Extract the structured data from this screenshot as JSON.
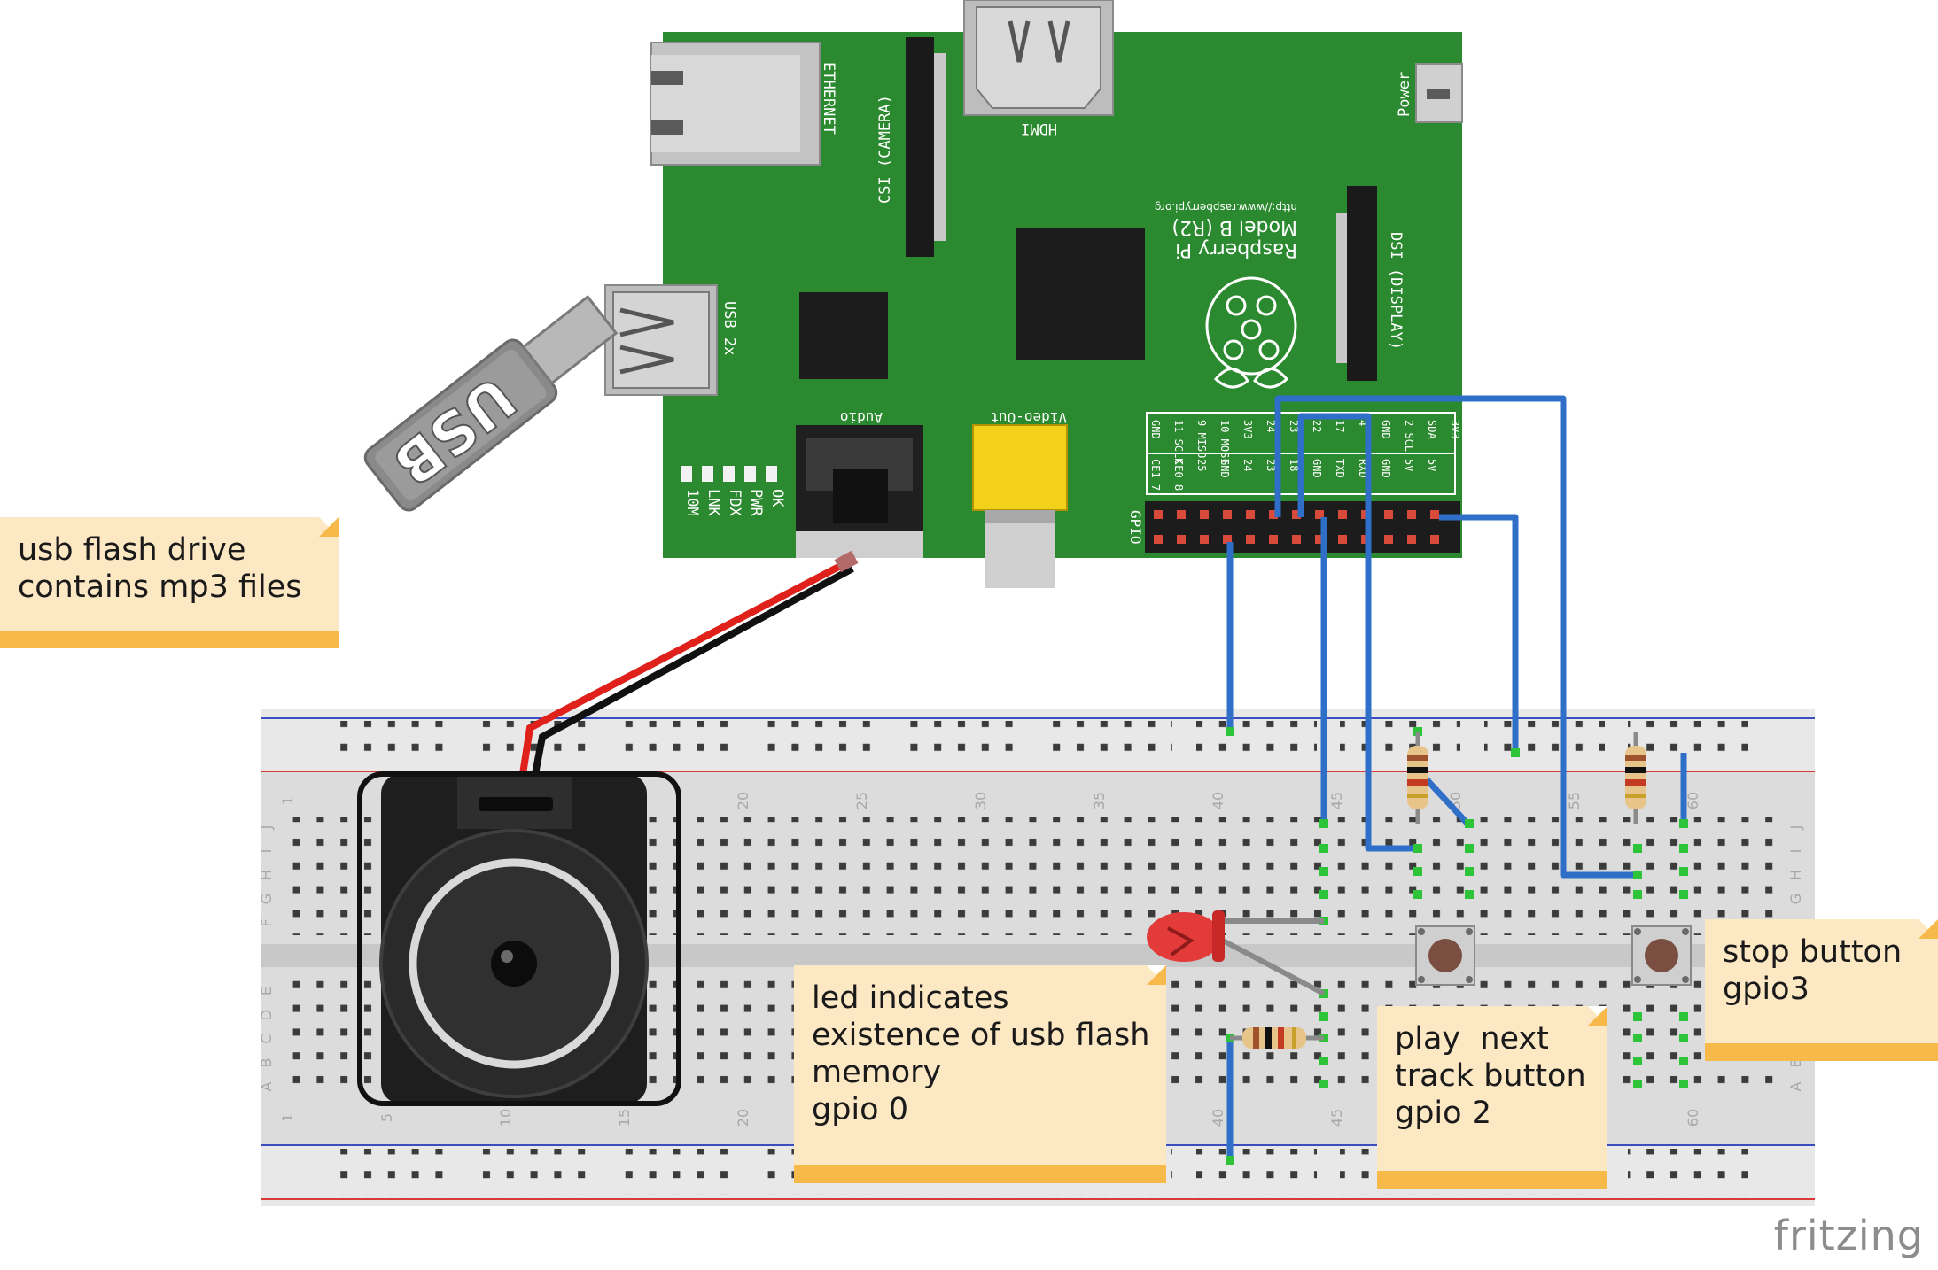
{
  "board": {
    "ethernet": "ETHERNET",
    "camera": "CSI (CAMERA)",
    "hdmi": "HDMI",
    "power": "Power",
    "usb": "USB 2x",
    "dsi": "DSI (DISPLAY)",
    "name_line1": "Raspberry Pi",
    "name_line2": "Model B (R2)",
    "url": "http://www.raspberrypi.org",
    "audio": "Audio",
    "video": "Video-Out",
    "gpio": "GPIO",
    "leds": [
      "OK",
      "PWR",
      "FDX",
      "LNK",
      "10M"
    ],
    "pins_top": [
      "GND",
      "11 SCLK",
      "9 MISO",
      "10 MOSI",
      "3V3",
      "24",
      "23",
      "22",
      "17",
      "4",
      "GND",
      "2 SCL",
      "SDA",
      "3V3"
    ],
    "pins_bottom": [
      "CE1 7",
      "CE0 8",
      "25",
      "GND",
      "24",
      "23",
      "18",
      "GND",
      "TXD",
      "RXD",
      "GND",
      "5V",
      "5V"
    ]
  },
  "usb_stick": {
    "label": "USB"
  },
  "breadboard": {
    "col_numbers": [
      "1",
      "5",
      "10",
      "15",
      "20",
      "25",
      "30",
      "35",
      "40",
      "45",
      "50",
      "55",
      "60"
    ],
    "row_letters_top": [
      "J",
      "I",
      "H",
      "G",
      "F"
    ],
    "row_letters_bottom": [
      "E",
      "D",
      "C",
      "B",
      "A"
    ]
  },
  "notes": {
    "usb": [
      "usb flash drive",
      "contains mp3 files"
    ],
    "led": [
      "led indicates",
      "existence of usb flash",
      "memory",
      "gpio 0"
    ],
    "play": [
      "play  next",
      "track button",
      "gpio 2"
    ],
    "stop": [
      "stop button",
      "gpio3"
    ]
  },
  "brand": "fritzing",
  "colors": {
    "board_green": "#2b8a2f",
    "wire_blue": "#2f6fc8",
    "wire_red": "#e0201b",
    "note_bg": "#fde8c4",
    "note_strip": "#f6b94a"
  }
}
